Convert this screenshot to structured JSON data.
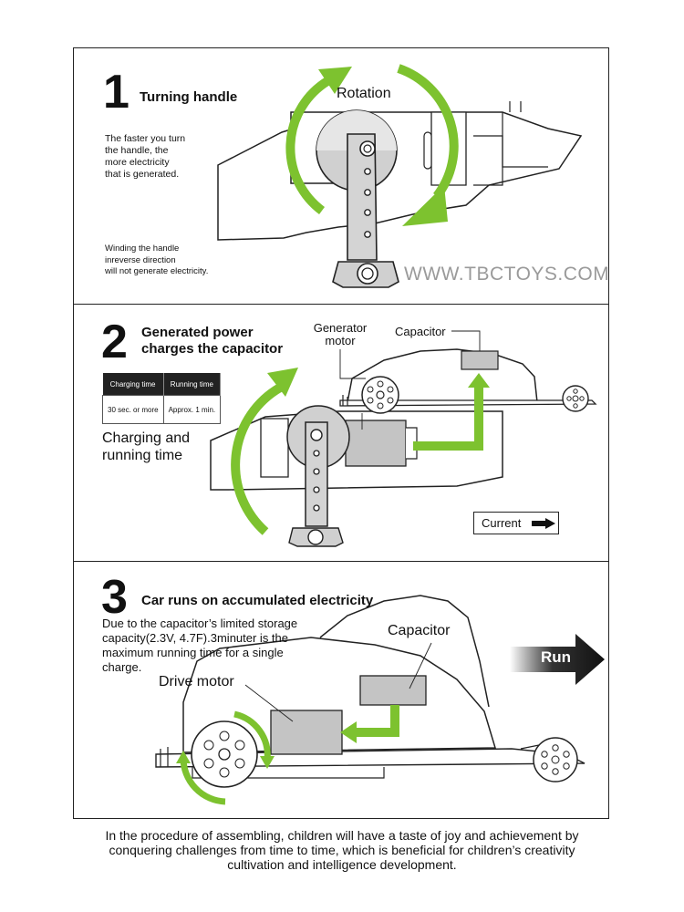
{
  "step1": {
    "number": "1",
    "title": "Turning handle",
    "desc": [
      "The faster you turn",
      "the handle, the",
      "more electricity",
      "that is generated."
    ],
    "note": [
      "Winding the handle",
      "inreverse direction",
      "will not generate electricity."
    ],
    "rotation_label": "Rotation"
  },
  "watermark": "WWW.TBCTOYS.COM",
  "step2": {
    "number": "2",
    "title": [
      "Generated power",
      "charges the capacitor"
    ],
    "table": {
      "headers": [
        "Charging time",
        "Running time"
      ],
      "row": [
        "30 sec. or more",
        "Approx. 1 min."
      ]
    },
    "charging_label": [
      "Charging and",
      "running time"
    ],
    "generator_label": [
      "Generator",
      "motor"
    ],
    "capacitor_label": "Capacitor",
    "legend_label": "Current"
  },
  "step3": {
    "number": "3",
    "title": "Car runs on accumulated electricity",
    "desc": [
      "Due to the capacitor’s limited storage",
      "capacity(2.3V, 4.7F).3minuter is the",
      "maximum running time for a single",
      "charge."
    ],
    "capacitor_label": "Capacitor",
    "drive_motor_label": "Drive motor",
    "run_label": "Run"
  },
  "footer": [
    "In the procedure of assembling, children will have a taste of joy and achievement by",
    "conquering challenges from time to time, which is beneficial for children’s creativity",
    "cultivation and intelligence development."
  ],
  "colors": {
    "accent_green": "#7dc22f",
    "dark": "#222222",
    "gray_part": "#c4c4c4",
    "watermark": "#9a9a9a"
  }
}
